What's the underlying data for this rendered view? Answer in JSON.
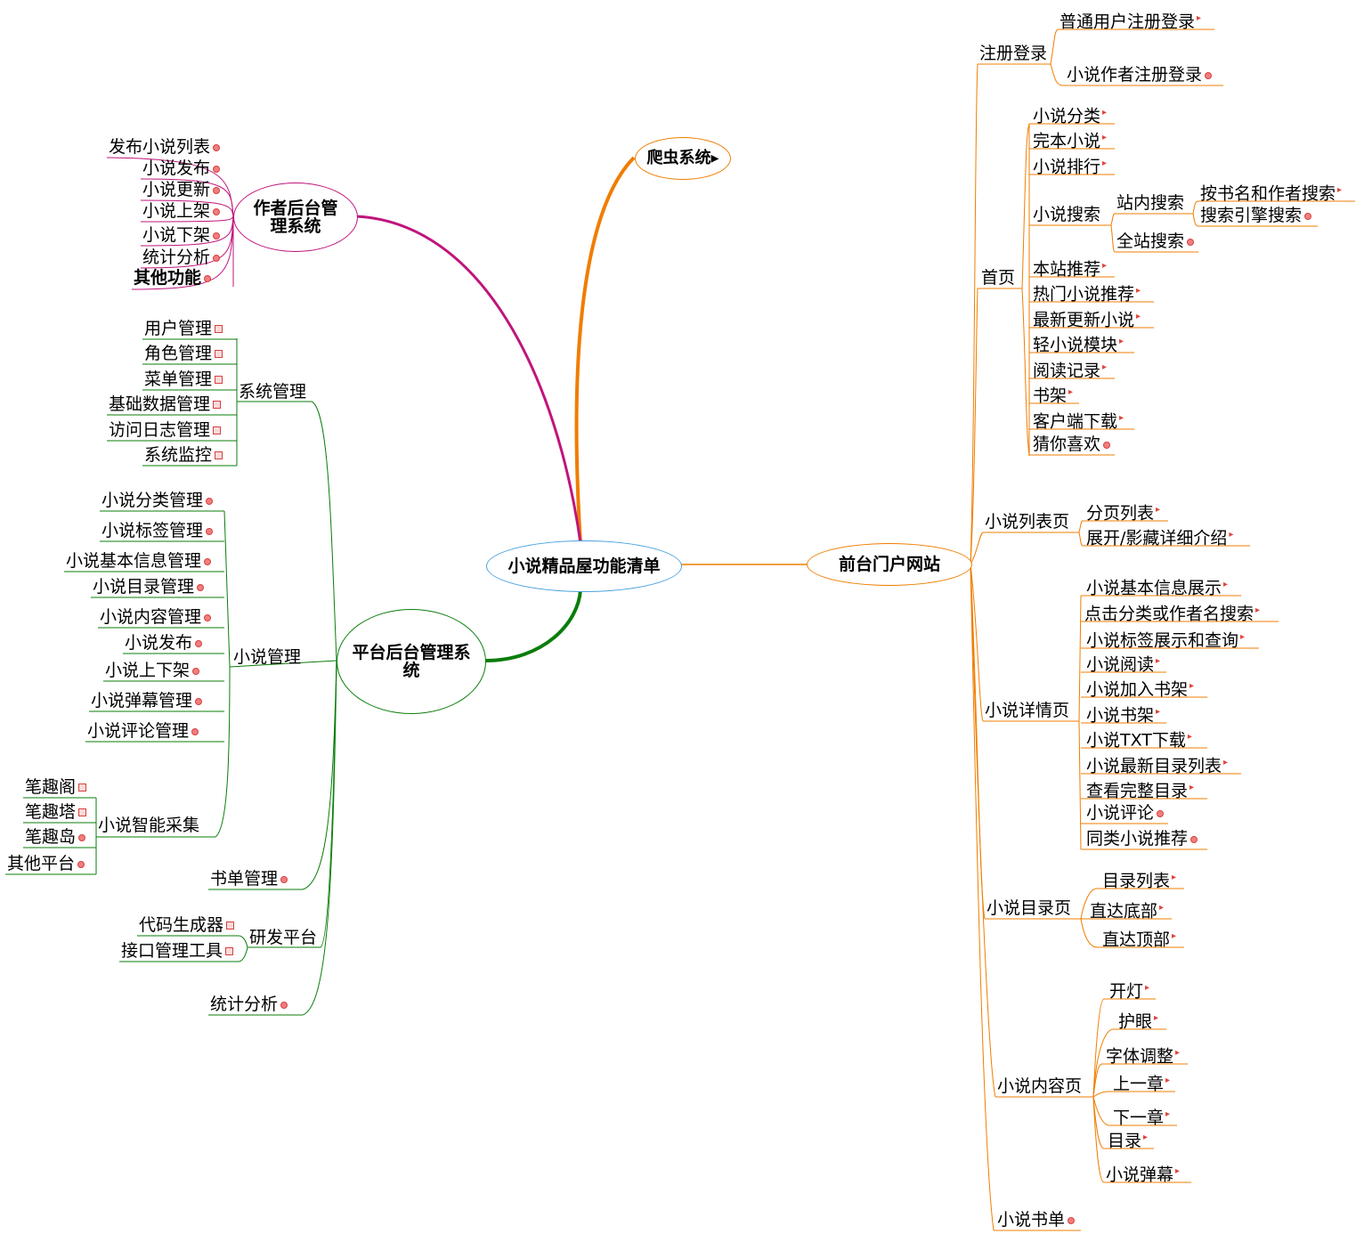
{
  "center": "小说精品屋功能清单",
  "crawler": "爬虫系统",
  "author": {
    "title": "作者后台管理系统",
    "items": [
      "发布小说列表",
      "小说发布",
      "小说更新",
      "小说上架",
      "小说下架",
      "统计分析",
      "其他功能"
    ]
  },
  "front": {
    "title": "前台门户网站",
    "register": {
      "label": "注册登录",
      "items": [
        "普通用户注册登录",
        "小说作者注册登录"
      ]
    },
    "home": {
      "label": "首页",
      "items": [
        "小说分类",
        "完本小说",
        "小说排行",
        "小说搜索",
        "本站推荐",
        "热门小说推荐",
        "最新更新小说",
        "轻小说模块",
        "阅读记录",
        "书架",
        "客户端下载",
        "猜你喜欢"
      ],
      "search_sub": [
        "站内搜索",
        "全站搜索"
      ],
      "site_search_sub": [
        "按书名和作者搜索",
        "搜索引擎搜索"
      ]
    },
    "list_page": {
      "label": "小说列表页",
      "items": [
        "分页列表",
        "展开/影藏详细介绍"
      ]
    },
    "detail_page": {
      "label": "小说详情页",
      "items": [
        "小说基本信息展示",
        "点击分类或作者名搜索",
        "小说标签展示和查询",
        "小说阅读",
        "小说加入书架",
        "小说书架",
        "小说TXT下载",
        "小说最新目录列表",
        "查看完整目录",
        "小说评论",
        "同类小说推荐"
      ]
    },
    "catalog_page": {
      "label": "小说目录页",
      "items": [
        "目录列表",
        "直达底部",
        "直达顶部"
      ]
    },
    "content_page": {
      "label": "小说内容页",
      "items": [
        "开灯",
        "护眼",
        "字体调整",
        "上一章",
        "下一章",
        "目录",
        "小说弹幕"
      ]
    },
    "booklist": "小说书单"
  },
  "platform": {
    "title": "平台后台管理系统",
    "system": {
      "label": "系统管理",
      "items": [
        "用户管理",
        "角色管理",
        "菜单管理",
        "基础数据管理",
        "访问日志管理",
        "系统监控"
      ]
    },
    "novel": {
      "label": "小说管理",
      "items": [
        "小说分类管理",
        "小说标签管理",
        "小说基本信息管理",
        "小说目录管理",
        "小说内容管理",
        "小说发布",
        "小说上下架",
        "小说弹幕管理",
        "小说评论管理",
        "小说智能采集"
      ],
      "crawl_sources": [
        "笔趣阁",
        "笔趣塔",
        "笔趣岛",
        "其他平台"
      ]
    },
    "booklist": "书单管理",
    "dev": {
      "label": "研发平台",
      "items": [
        "代码生成器",
        "接口管理工具"
      ]
    },
    "stats": "统计分析"
  },
  "colors": {
    "center": "#4aa3df",
    "crawler": "#f07d00",
    "author": "#c0147c",
    "front": "#f07d00",
    "platform": "#0a7d0a",
    "marker": "#e0453a"
  }
}
